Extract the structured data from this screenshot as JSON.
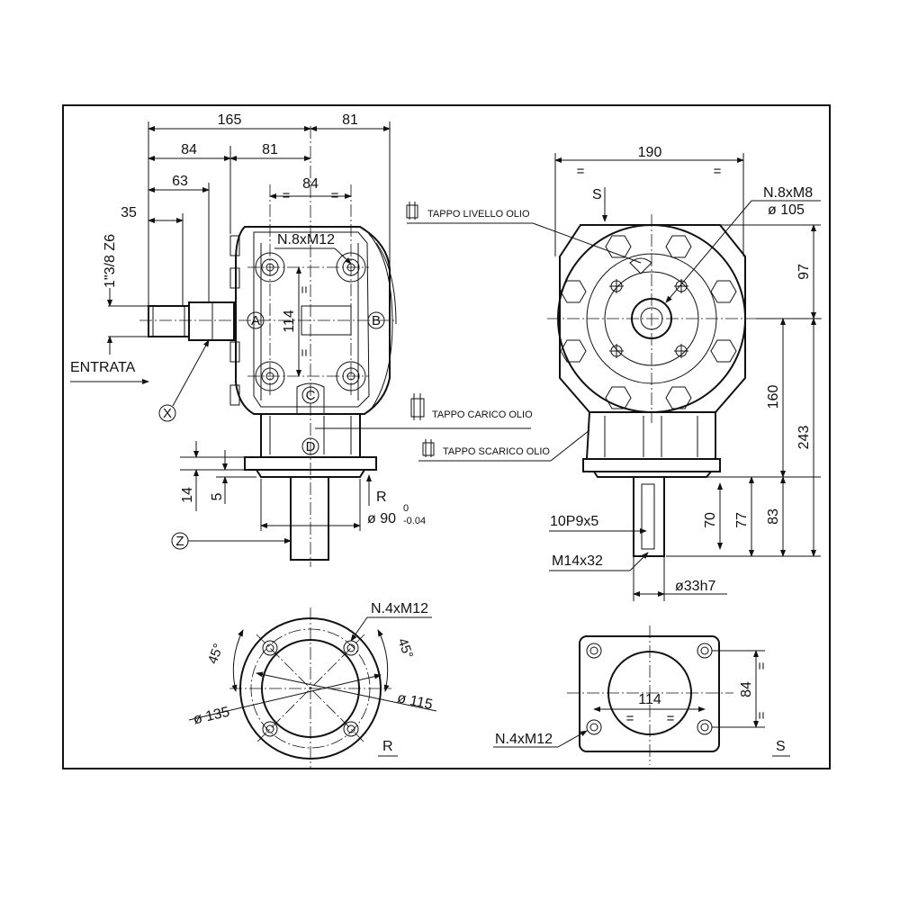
{
  "dims": {
    "d165": "165",
    "d81_top": "81",
    "d84_left": "84",
    "d81_mid": "81",
    "d63": "63",
    "d35": "35",
    "d84_holes": "84",
    "eq": "=",
    "thread_shaft": "1\"3/8 Z6",
    "holes_front": "N.8xM12",
    "d114_vert": "114",
    "d14": "14",
    "d5": "5",
    "d190": "190",
    "holes_side": "N.8xM8",
    "dia105": "ø 105",
    "d97": "97",
    "d160": "160",
    "d243": "243",
    "d70": "70",
    "d77": "77",
    "d83": "83",
    "key": "10P9x5",
    "bolt": "M14x32",
    "shaft_dia": "ø33h7",
    "flange_dia": "ø 90",
    "tol_upper": "0",
    "tol_lower": "-0.04",
    "holes_r": "N.4xM12",
    "angle_45": "45°",
    "dia135": "ø 135",
    "dia115": "ø 115",
    "d114_s": "114",
    "d84_s": "84",
    "holes_s": "N.4xM12"
  },
  "labels": {
    "entrata": "ENTRATA",
    "tappo_livello": "TAPPO LIVELLO OLIO",
    "tappo_carico": "TAPPO CARICO OLIO",
    "tappo_scarico": "TAPPO SCARICO OLIO",
    "a": "A",
    "b": "B",
    "c": "C",
    "d": "D",
    "x": "X",
    "z": "Z",
    "r_arrow": "R",
    "s_arrow": "S",
    "view_r": "R",
    "view_s": "S"
  }
}
